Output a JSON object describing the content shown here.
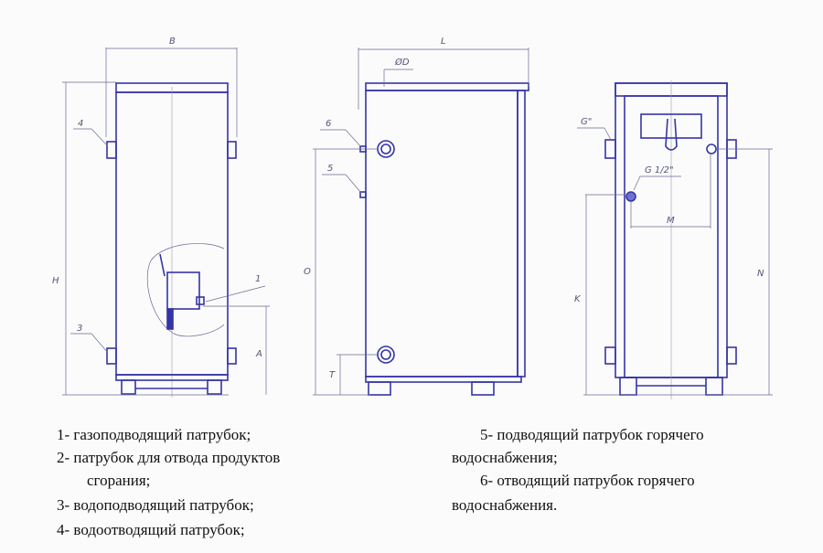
{
  "dimensions": {
    "B": "B",
    "L": "L",
    "D": "ØD",
    "H": "H",
    "A": "A",
    "O": "O",
    "T": "T",
    "K": "K",
    "N": "N",
    "M": "M",
    "G": "G\"",
    "G12": "G 1/2\""
  },
  "callouts": [
    "1",
    "3",
    "4",
    "5",
    "6"
  ],
  "legend": {
    "item1": "1-  газоподводящий патрубок;",
    "item2a": "2-  патрубок для отвода продуктов",
    "item2b": "сгорания;",
    "item3": "3- водоподводящий патрубок;",
    "item4": "4- водоотводящий патрубок;",
    "item5a": "5- подводящий патрубок горячего",
    "item5b": "водоснабжения;",
    "item6a": "6- отводящий патрубок горячего",
    "item6b": "водоснабжения."
  },
  "colors": {
    "line": "#3434a6",
    "background": "#fbfbfb"
  }
}
